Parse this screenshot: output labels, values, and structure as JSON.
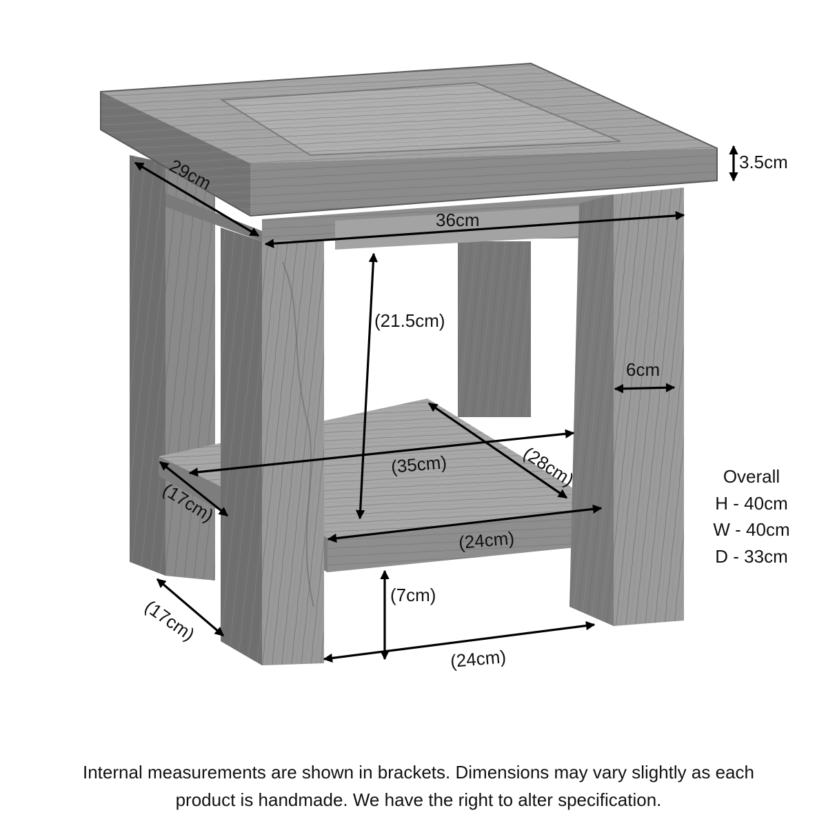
{
  "dimensions": {
    "depth_top": "29cm",
    "width_top": "36cm",
    "top_thickness": "3.5cm",
    "shelf_gap_height": "(21.5cm)",
    "leg_width": "6cm",
    "shelf_width": "(35cm)",
    "shelf_depth": "(28cm)",
    "shelf_side_depth": "(17cm)",
    "shelf_front_width": "(24cm)",
    "floor_clearance": "(7cm)",
    "base_side_depth": "(17cm)",
    "base_front_width": "(24cm)"
  },
  "overall": {
    "heading": "Overall",
    "height": "H - 40cm",
    "width": "W - 40cm",
    "depth": "D - 33cm"
  },
  "footnote": {
    "line1": "Internal measurements are shown in brackets. Dimensions may vary slightly as each",
    "line2": "product is handmade. We have the right to alter specification."
  },
  "colors": {
    "wood_light": "#9a9a9a",
    "wood_mid": "#7d7d7d",
    "wood_dark": "#5e5e5e",
    "arrow": "#000000"
  }
}
